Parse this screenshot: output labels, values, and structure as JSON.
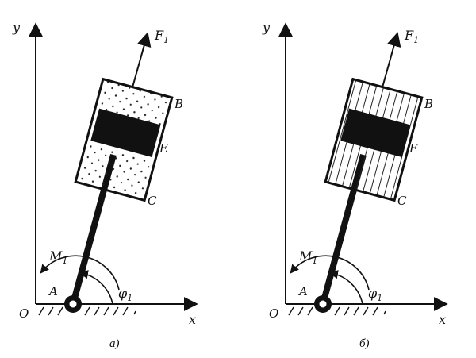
{
  "panel_a": {
    "y_label": "y",
    "x_label": "x",
    "origin_label": "O",
    "force_label": "F",
    "force_sub": "1",
    "moment_label": "M",
    "moment_sub": "1",
    "angle_label": "φ",
    "angle_sub": "1",
    "point_a": "A",
    "point_b": "B",
    "point_c": "C",
    "point_e": "E",
    "caption": "а)",
    "fill_pattern": "dots"
  },
  "panel_b": {
    "y_label": "y",
    "x_label": "x",
    "origin_label": "O",
    "force_label": "F",
    "force_sub": "1",
    "moment_label": "M",
    "moment_sub": "1",
    "angle_label": "φ",
    "angle_sub": "1",
    "point_a": "A",
    "point_b": "B",
    "point_c": "C",
    "point_e": "E",
    "caption": "б)",
    "fill_pattern": "vertical-lines"
  },
  "colors": {
    "ink": "#111111",
    "background": "#ffffff"
  }
}
